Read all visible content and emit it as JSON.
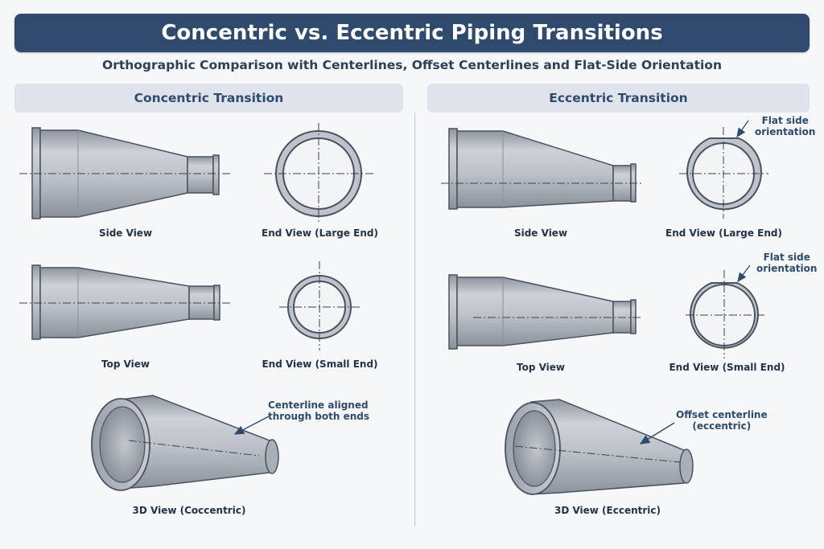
{
  "header": {
    "title": "Concentric vs. Eccentric Piping Transitions",
    "subtitle": "Orthographic Comparison with Centerlines, Offset Centerlines and Flat-Side Orientation"
  },
  "left_panel": {
    "title": "Concentric Transition",
    "side_view_label": "Side View",
    "end_large_label": "End View (Large End)",
    "top_view_label": "Top View",
    "end_small_label": "End View (Small End)",
    "iso_label": "3D View (Coccentric)",
    "callout_line1": "Centerline aligned",
    "callout_line2": "through both ends"
  },
  "right_panel": {
    "title": "Eccentric Transition",
    "side_view_label": "Side View",
    "end_large_label": "End View (Large End)",
    "top_view_label": "Top View",
    "end_small_label": "End View (Small End)",
    "iso_label": "3D View (Eccentric)",
    "flat_note_top_line1": "Flat side",
    "flat_note_top_line2": "orientation",
    "flat_note_bottom_line1": "Flat side",
    "flat_note_bottom_line2": "orientation",
    "callout_line1": "Offset centerline",
    "callout_line2": "(eccentric)"
  },
  "colors": {
    "title_bar": "#2f4a6d",
    "panel_header": "#dfe4ec",
    "pipe_outline": "#4a5260",
    "pipe_fill": "#b4bac2",
    "accent_text": "#2f4a6d"
  },
  "icons": {
    "callout_arrow": "arrow-icon"
  }
}
